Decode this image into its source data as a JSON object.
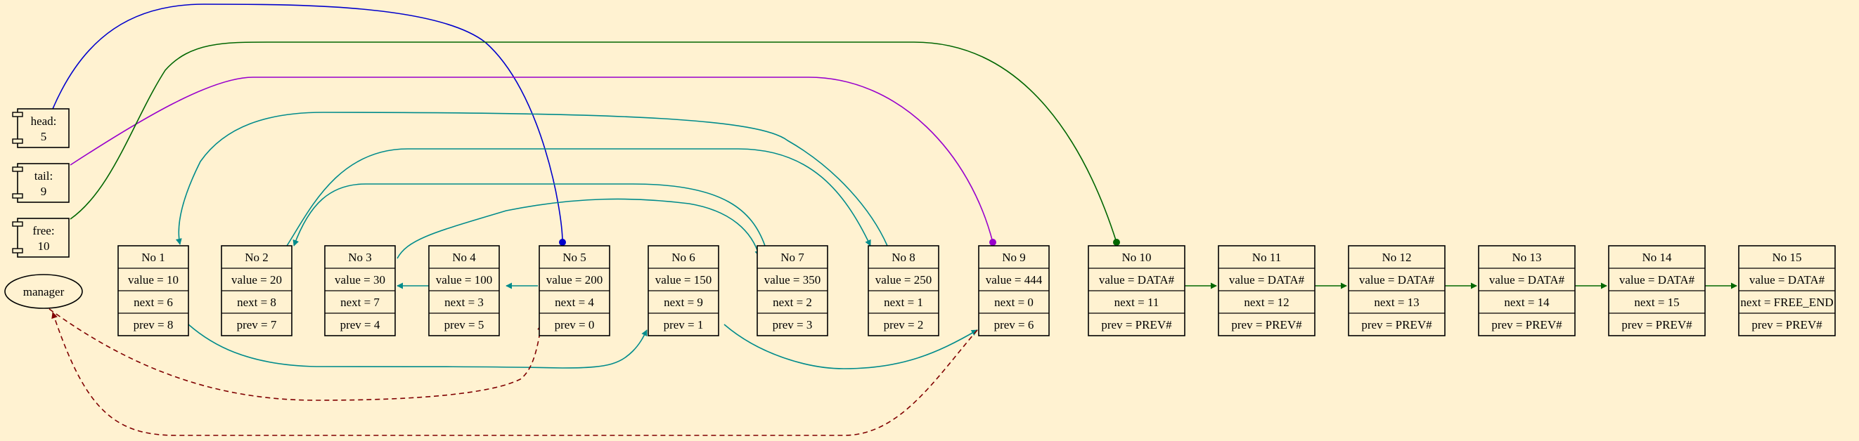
{
  "nodes": [
    {
      "label": "No 1",
      "value": "value = 10",
      "next": "next = 6",
      "prev": "prev = 8"
    },
    {
      "label": "No 2",
      "value": "value = 20",
      "next": "next = 8",
      "prev": "prev = 7"
    },
    {
      "label": "No 3",
      "value": "value = 30",
      "next": "next = 7",
      "prev": "prev = 4"
    },
    {
      "label": "No 4",
      "value": "value = 100",
      "next": "next = 3",
      "prev": "prev = 5"
    },
    {
      "label": "No 5",
      "value": "value = 200",
      "next": "next = 4",
      "prev": "prev = 0"
    },
    {
      "label": "No 6",
      "value": "value = 150",
      "next": "next = 9",
      "prev": "prev = 1"
    },
    {
      "label": "No 7",
      "value": "value = 350",
      "next": "next = 2",
      "prev": "prev = 3"
    },
    {
      "label": "No 8",
      "value": "value = 250",
      "next": "next = 1",
      "prev": "prev = 2"
    },
    {
      "label": "No 9",
      "value": "value = 444",
      "next": "next = 0",
      "prev": "prev = 6"
    },
    {
      "label": "No 10",
      "value": "value = DATA#",
      "next": "next = 11",
      "prev": "prev = PREV#"
    },
    {
      "label": "No 11",
      "value": "value = DATA#",
      "next": "next = 12",
      "prev": "prev = PREV#"
    },
    {
      "label": "No 12",
      "value": "value = DATA#",
      "next": "next = 13",
      "prev": "prev = PREV#"
    },
    {
      "label": "No 13",
      "value": "value = DATA#",
      "next": "next = 14",
      "prev": "prev = PREV#"
    },
    {
      "label": "No 14",
      "value": "value = DATA#",
      "next": "next = 15",
      "prev": "prev = PREV#"
    },
    {
      "label": "No 15",
      "value": "value = DATA#",
      "next": "next = FREE_END",
      "prev": "prev = PREV#"
    }
  ],
  "pointers": [
    {
      "name": "head:",
      "value": "5"
    },
    {
      "name": "tail:",
      "value": "9"
    },
    {
      "name": "free:",
      "value": "10"
    }
  ],
  "manager": {
    "label": "manager"
  },
  "colors": {
    "background": "#fff2d1",
    "head": "#0000cc",
    "tail": "#9900cc",
    "free": "#006600",
    "links": "#008b8b",
    "manager": "#800000"
  }
}
